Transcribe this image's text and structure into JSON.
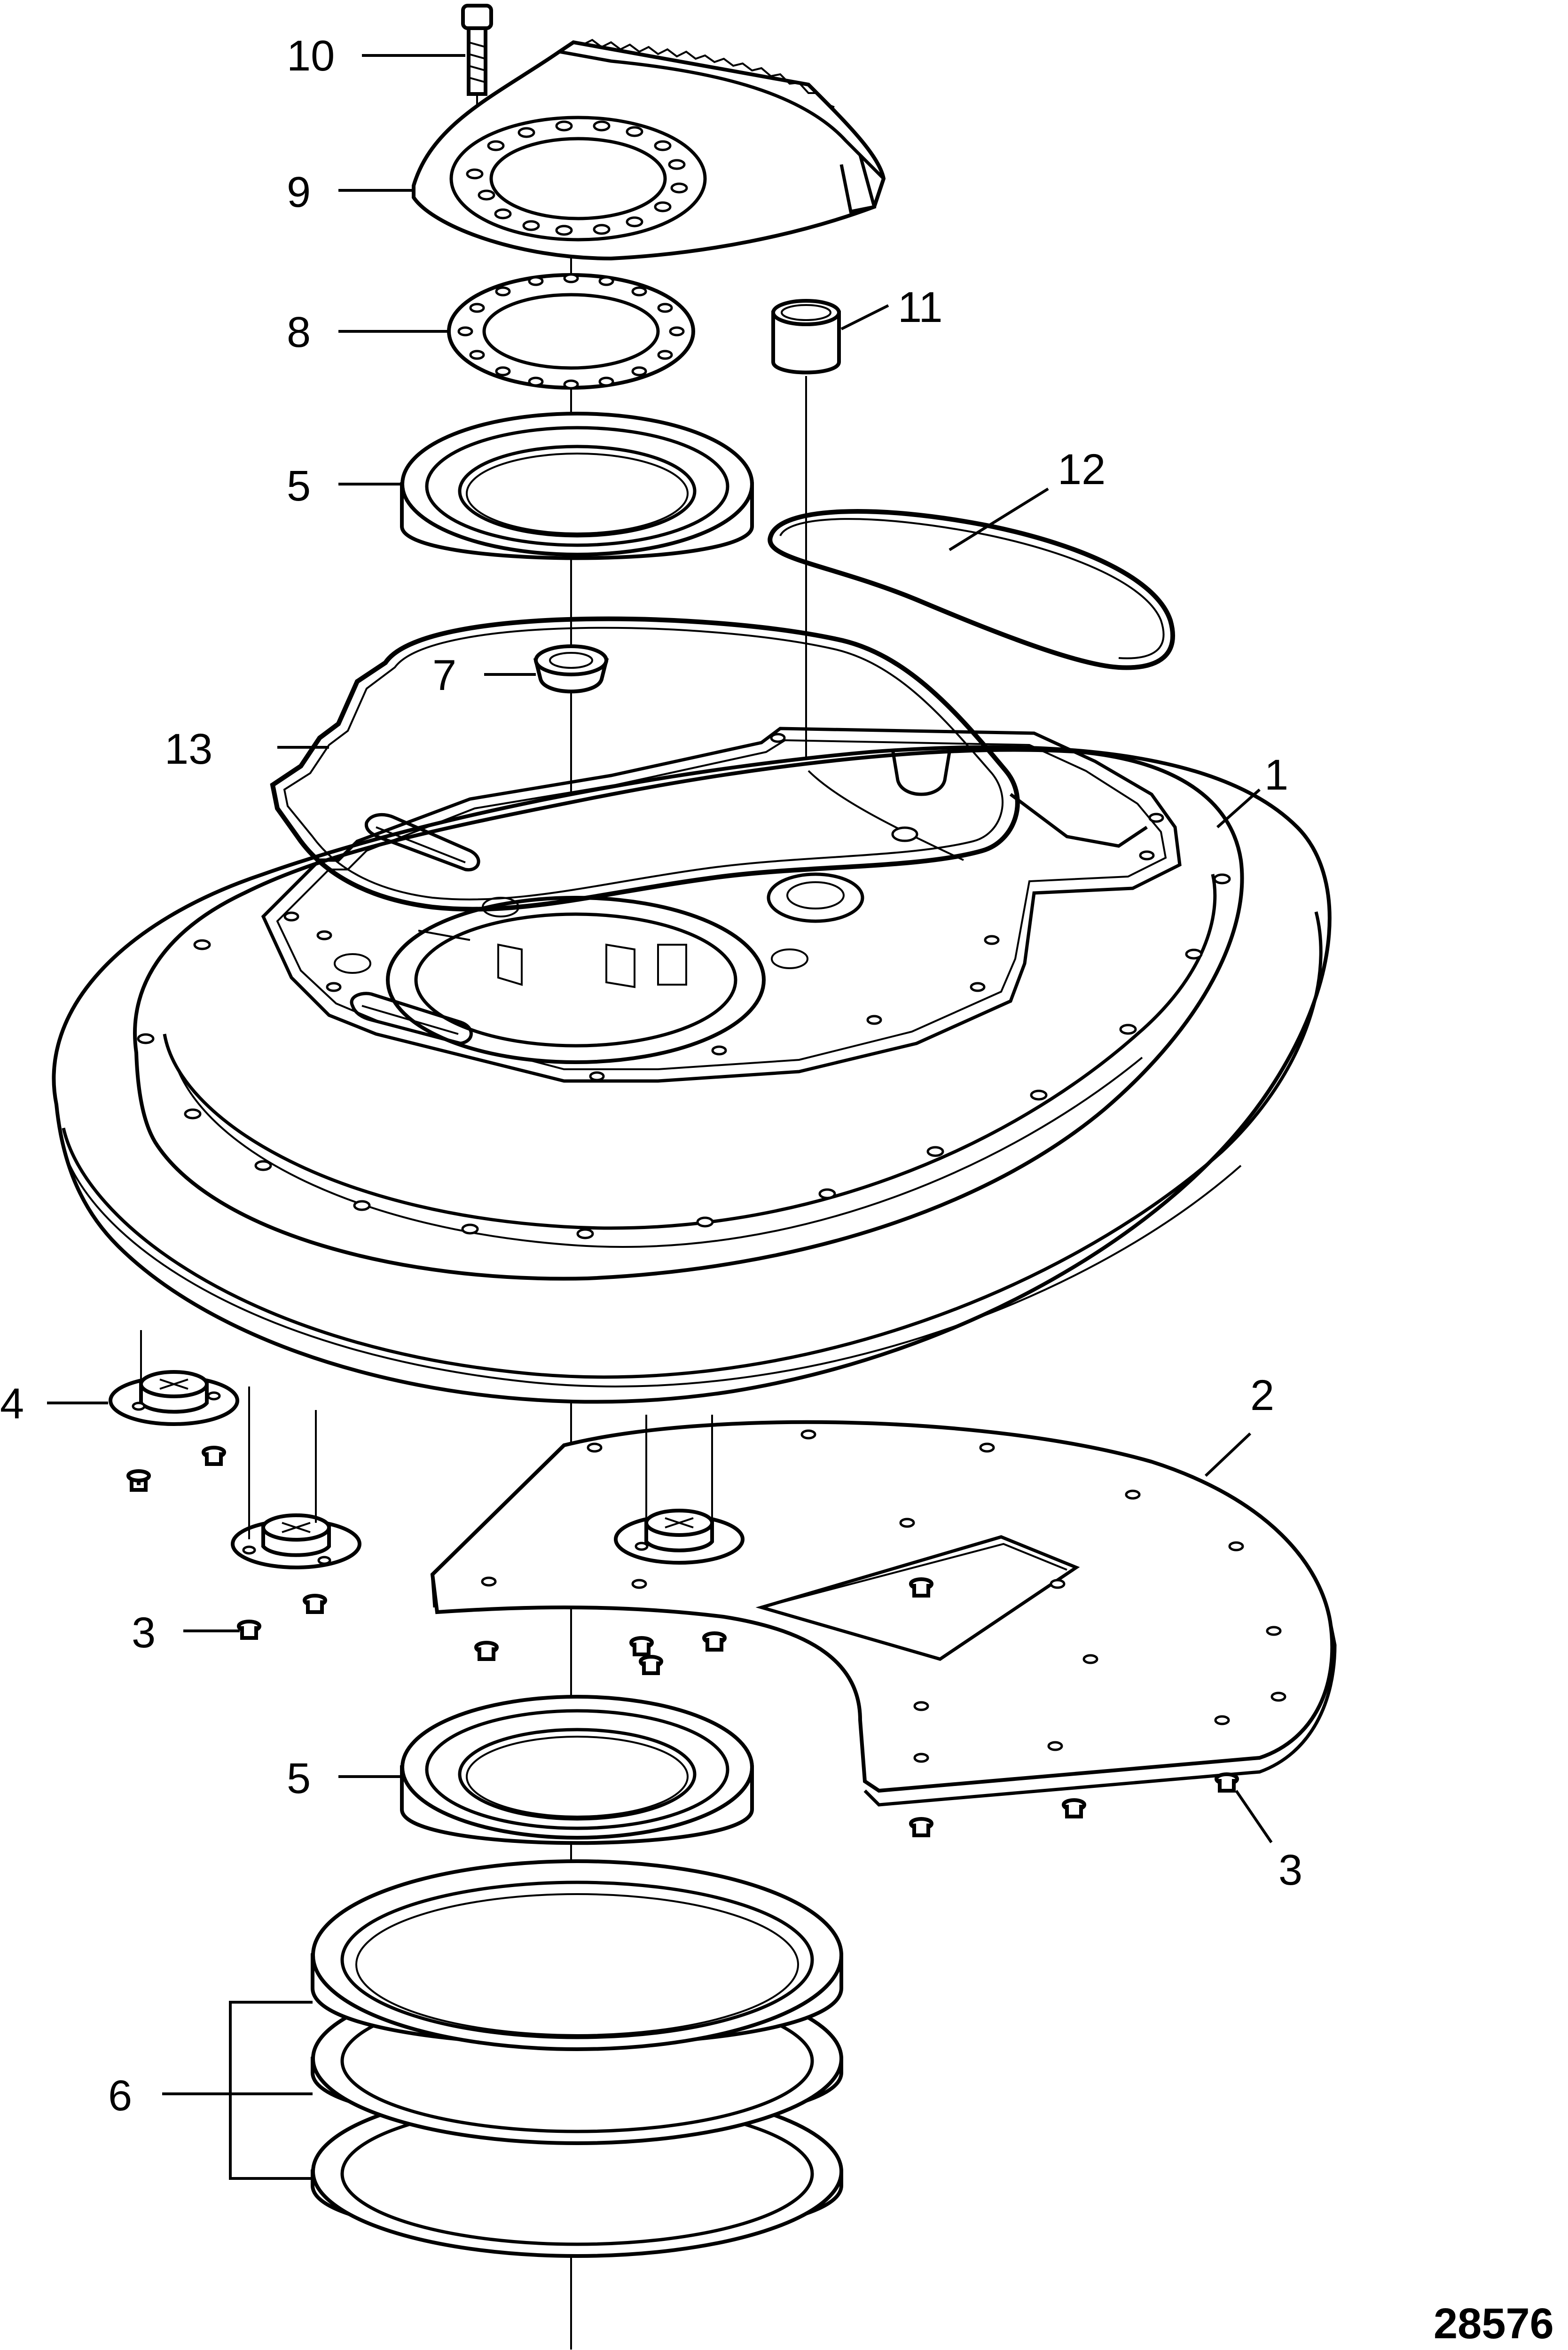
{
  "diagram": {
    "figure_number": "28576",
    "callouts": [
      "10",
      "9",
      "8",
      "11",
      "5",
      "12",
      "7",
      "13",
      "1",
      "4",
      "2",
      "3",
      "5",
      "3",
      "6"
    ]
  }
}
